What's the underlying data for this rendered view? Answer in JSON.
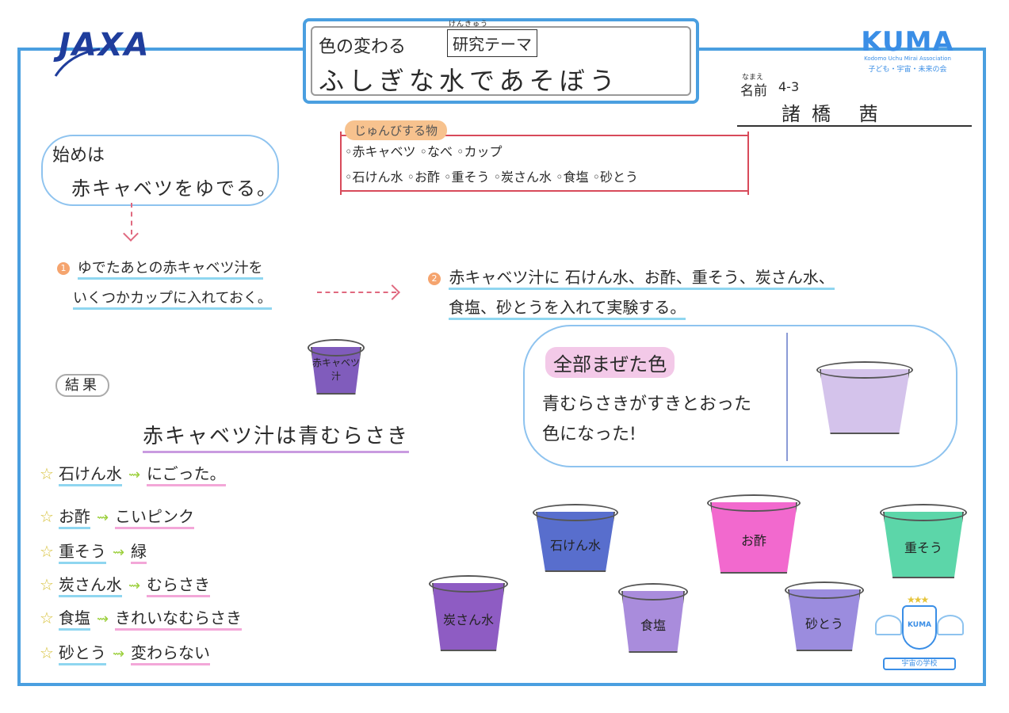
{
  "header": {
    "jaxa_logo": "JAXA",
    "kuma_logo": {
      "mark": "KUMA",
      "english": "Kodomo Uchu Mirai Association",
      "japanese": "子ども・宇宙・未来の会"
    },
    "title_line1": "色の変わる",
    "theme_tag": "研究テーマ",
    "theme_ruby": "けんきゅう",
    "title_line2": "ふしぎな水であそぼう"
  },
  "name": {
    "ruby": "なまえ",
    "label": "名前",
    "class": "4-3",
    "value": "諸橋 茜"
  },
  "preparation": {
    "label": "じゅんびする物",
    "line1": "◦赤キャベツ ◦なべ ◦カップ",
    "line2": "◦石けん水 ◦お酢 ◦重そう ◦炭さん水 ◦食塩 ◦砂とう"
  },
  "start_cloud": {
    "line1": "始めは",
    "line2": "赤キャベツをゆでる。"
  },
  "step1": {
    "num": "1",
    "line1": "ゆでたあとの赤キャベツ汁を",
    "line2": "いくつかカップに入れておく。"
  },
  "step2": {
    "num": "2",
    "line1": "赤キャベツ汁に 石けん水、お酢、重そう、炭さん水、",
    "line2": "食塩、砂とうを入れて実験する。"
  },
  "cabbage_cup_label": "赤キャベツ汁",
  "results_label": "結果",
  "summary": "赤キャベツ汁は青むらさき",
  "results": [
    {
      "name": "石けん水",
      "value": "にごった。"
    },
    {
      "name": "お酢",
      "value": "こいピンク"
    },
    {
      "name": "重そう",
      "value": "緑"
    },
    {
      "name": "炭さん水",
      "value": "むらさき"
    },
    {
      "name": "食塩",
      "value": "きれいなむらさき"
    },
    {
      "name": "砂とう",
      "value": "変わらない"
    }
  ],
  "mixed": {
    "title": "全部まぜた色",
    "line1": "青むらさきがすきとおった",
    "line2": "色になった!"
  },
  "cups": [
    {
      "label": "石けん水",
      "color": "#3b55c4"
    },
    {
      "label": "お酢",
      "color": "#f04fc6"
    },
    {
      "label": "重そう",
      "color": "#3fcf9a"
    },
    {
      "label": "炭さん水",
      "color": "#7a3fb8"
    },
    {
      "label": "食塩",
      "color": "#9a78d6"
    },
    {
      "label": "砂とう",
      "color": "#8a78d8"
    }
  ],
  "cabbage_cup_color": "#6a3fb0",
  "mixed_cup_color": "#cdb9e8",
  "emblem": {
    "mark": "KUMA",
    "banner": "宇宙の学校"
  },
  "arrow_symbol": "⇝",
  "star_symbol": "☆"
}
